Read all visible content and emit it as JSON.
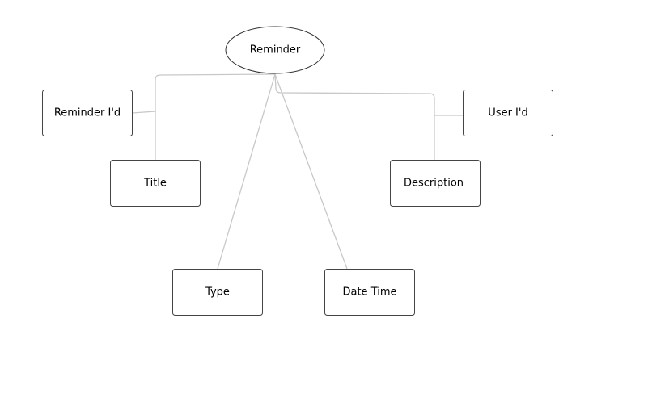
{
  "diagram": {
    "root": {
      "label": "Reminder"
    },
    "attributes": [
      {
        "id": "reminder_id",
        "label": "Reminder I'd"
      },
      {
        "id": "title",
        "label": "Title"
      },
      {
        "id": "type",
        "label": "Type"
      },
      {
        "id": "date_time",
        "label": "Date Time"
      },
      {
        "id": "description",
        "label": "Description"
      },
      {
        "id": "user_id",
        "label": "User I'd"
      }
    ],
    "colors": {
      "connector": "#c8c8c8",
      "border": "#444444",
      "fill": "#ffffff",
      "text": "#000000"
    }
  }
}
